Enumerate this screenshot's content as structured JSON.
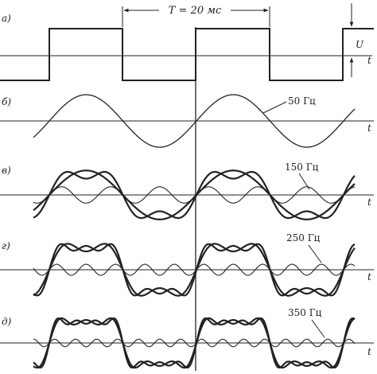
{
  "labels": {
    "panel_a": "а)",
    "panel_b": "б)",
    "panel_v": "в)",
    "panel_g": "г)",
    "panel_d": "д)",
    "period": "T = 20 мс",
    "amplitude": "U",
    "time_axis": "t"
  },
  "harmonics": [
    {
      "label": "50 Гц",
      "frequency_hz": 50
    },
    {
      "label": "150 Гц",
      "frequency_hz": 150
    },
    {
      "label": "250 Гц",
      "frequency_hz": 250
    },
    {
      "label": "350 Гц",
      "frequency_hz": 350
    }
  ],
  "colors": {
    "ink": "#222222",
    "background": "#ffffff"
  }
}
